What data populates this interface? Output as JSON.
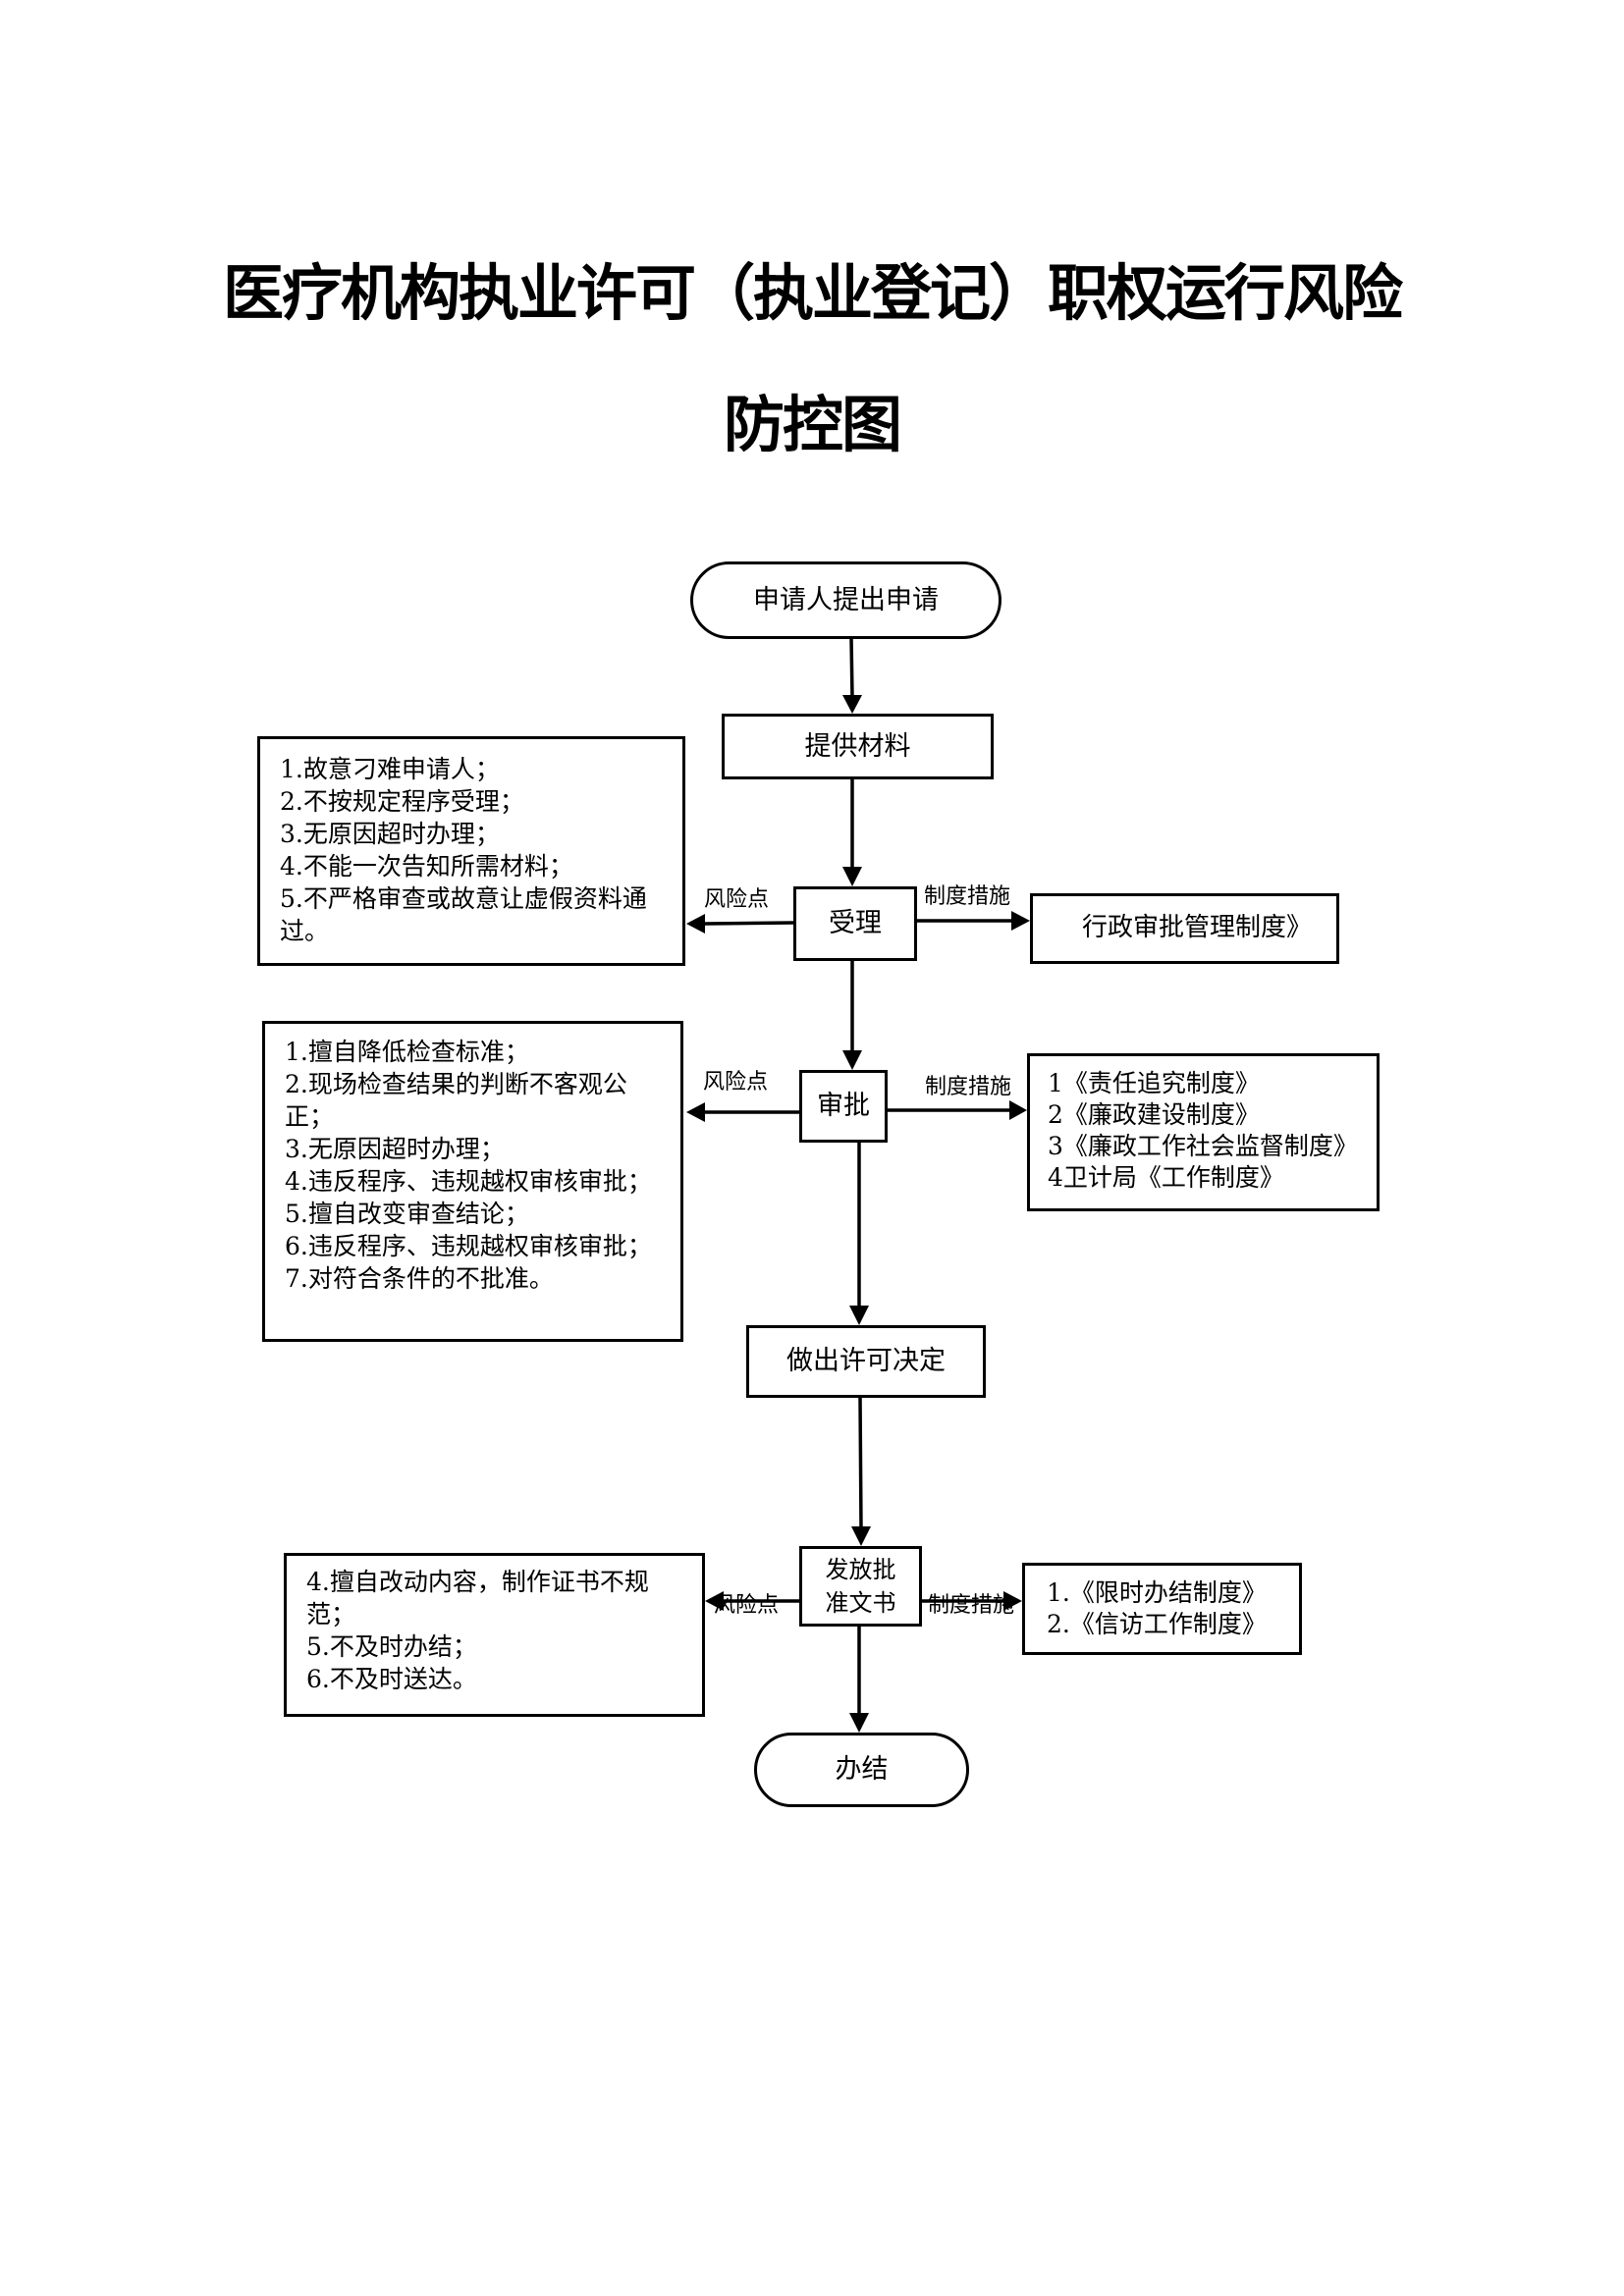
{
  "title": {
    "line1": "医疗机构执业许可（执业登记）职权运行风险",
    "line2": "防控图"
  },
  "flow": {
    "start": "申请人提出申请",
    "provide_materials": "提供材料",
    "accept": "受理",
    "approve": "审批",
    "decision": "做出许可决定",
    "issue": "发放批准文书",
    "end": "办结"
  },
  "labels": {
    "risk_point": "风险点",
    "system_measures": "制度措施"
  },
  "accept_stage": {
    "risks": [
      "1.故意刁难申请人；",
      "2.不按规定程序受理；",
      "3.无原因超时办理；",
      "4.不能一次告知所需材料；",
      "5.不严格审查或故意让虚假资料通过。"
    ],
    "measures": [
      "行政审批管理制度》"
    ]
  },
  "approve_stage": {
    "risks": [
      "1.擅自降低检查标准；",
      "2.现场检查结果的判断不客观公正；",
      "3.无原因超时办理；",
      "4.违反程序、违规越权审核审批；",
      "5.擅自改变审查结论；",
      "6.违反程序、违规越权审核审批；",
      "7.对符合条件的不批准。"
    ],
    "measures": [
      "1《责任追究制度》",
      "2《廉政建设制度》",
      "3《廉政工作社会监督制度》",
      "4卫计局《工作制度》"
    ]
  },
  "issue_stage": {
    "risks": [
      "4.擅自改动内容，制作证书不规范；",
      "5.不及时办结；",
      "6.不及时送达。"
    ],
    "measures": [
      "1.《限时办结制度》",
      "2.《信访工作制度》"
    ]
  }
}
